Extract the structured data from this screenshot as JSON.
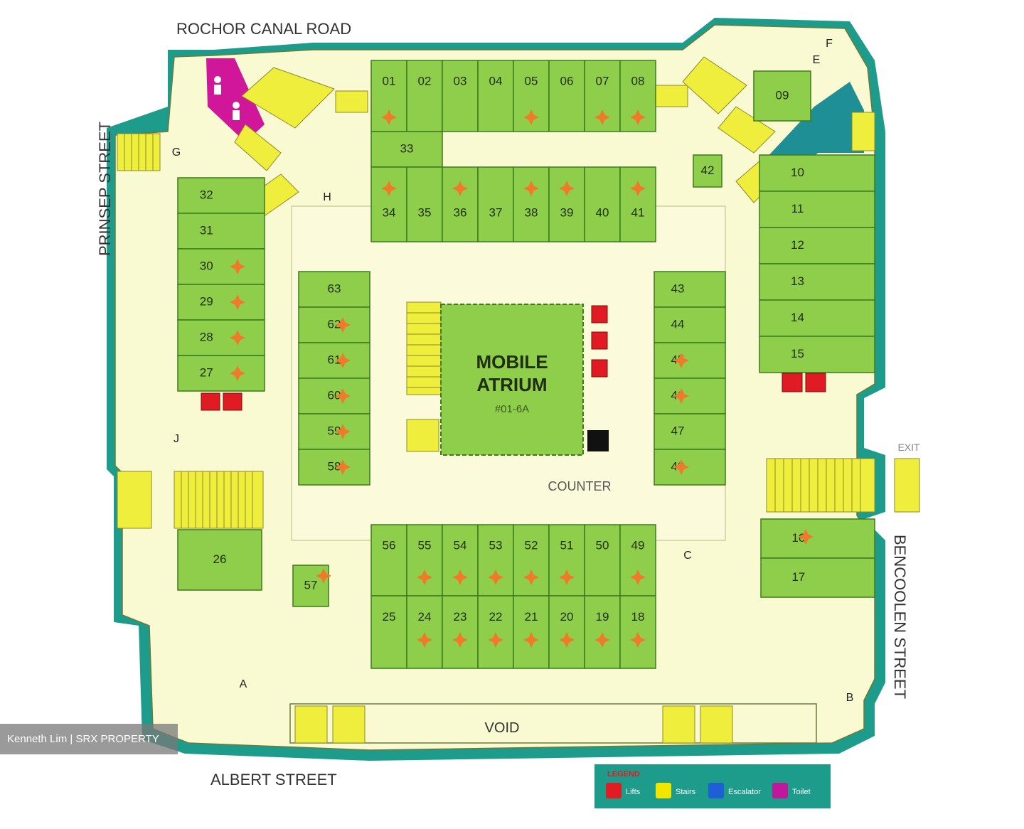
{
  "roads": {
    "north": "ROCHOR CANAL ROAD",
    "west": "PRINSEP STREET",
    "east": "BENCOOLEN STREET",
    "south": "ALBERT STREET"
  },
  "atrium": {
    "line1": "MOBILE",
    "line2": "ATRIUM",
    "unit": "#01-6A"
  },
  "counter_label": "COUNTER",
  "void_label": "VOID",
  "exit_label": "EXIT",
  "watermark": "Kenneth Lim | SRX PROPERTY",
  "legend": {
    "title": "LEGEND",
    "items": [
      {
        "label": "Lifts",
        "color": "#e01b24"
      },
      {
        "label": "Stairs",
        "color": "#f2e600"
      },
      {
        "label": "Escalator",
        "color": "#1f5fd6"
      },
      {
        "label": "Toilet",
        "color": "#c0189a"
      }
    ]
  },
  "access_points": [
    "A",
    "B",
    "C",
    "E",
    "F",
    "G",
    "H",
    "J"
  ],
  "units": {
    "top_row": [
      "01",
      "02",
      "03",
      "04",
      "05",
      "06",
      "07",
      "08"
    ],
    "top_middle": "33",
    "top_bottom_row": [
      "34",
      "35",
      "36",
      "37",
      "38",
      "39",
      "40",
      "41"
    ],
    "corner_ne": "09",
    "corner_42": "42",
    "east_column": [
      "10",
      "11",
      "12",
      "13",
      "14",
      "15"
    ],
    "inner_east": [
      "43",
      "44",
      "45",
      "46",
      "47",
      "48"
    ],
    "inner_west": [
      "63",
      "62",
      "61",
      "60",
      "59",
      "58"
    ],
    "west_column": [
      "32",
      "31",
      "30",
      "29",
      "28",
      "27"
    ],
    "west_26": "26",
    "unit_57": "57",
    "bottom_top_row": [
      "56",
      "55",
      "54",
      "53",
      "52",
      "51",
      "50",
      "49"
    ],
    "bottom_bottom_row": [
      "25",
      "24",
      "23",
      "22",
      "21",
      "20",
      "19",
      "18"
    ],
    "east_lower": [
      "16",
      "17"
    ]
  },
  "colors": {
    "corridor": "#fafad2",
    "unit_fill": "#8fce4a",
    "unit_stroke": "#3c7a1e",
    "outer_wall": "#1d9c8c",
    "stairs": "#f0ee3c",
    "marker": "#f07a2a"
  }
}
